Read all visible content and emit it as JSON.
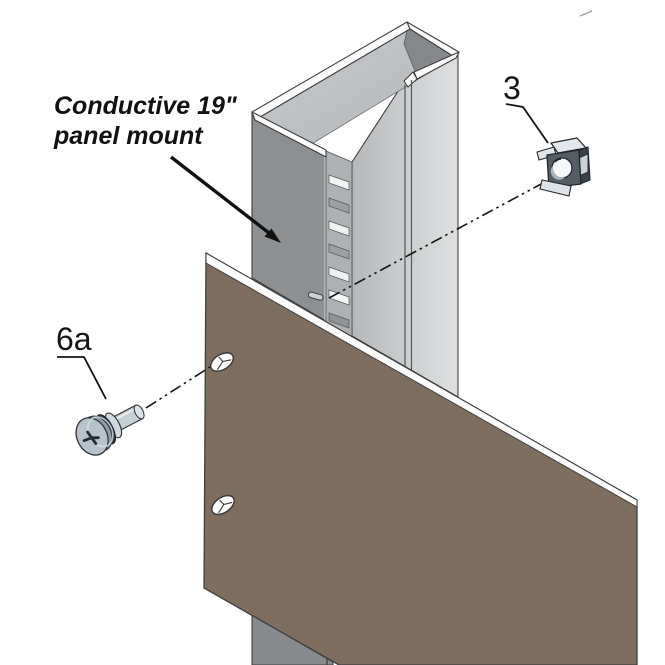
{
  "figure": {
    "background": "#ffffff",
    "callout": {
      "line1": "Conductive 19\"",
      "line2": "panel mount"
    },
    "part_labels": {
      "cage_nut": "3",
      "screw": "6a"
    }
  },
  "colors": {
    "background": "#ffffff",
    "panel_brown": "#7d6e60",
    "post_front_gray": "#8d9092",
    "post_side_light": "#c9cccd",
    "metal_light": "#c6d0d7",
    "hardware_dark": "#565c64",
    "outline": "#3f3f3f",
    "line_black": "#141414"
  }
}
